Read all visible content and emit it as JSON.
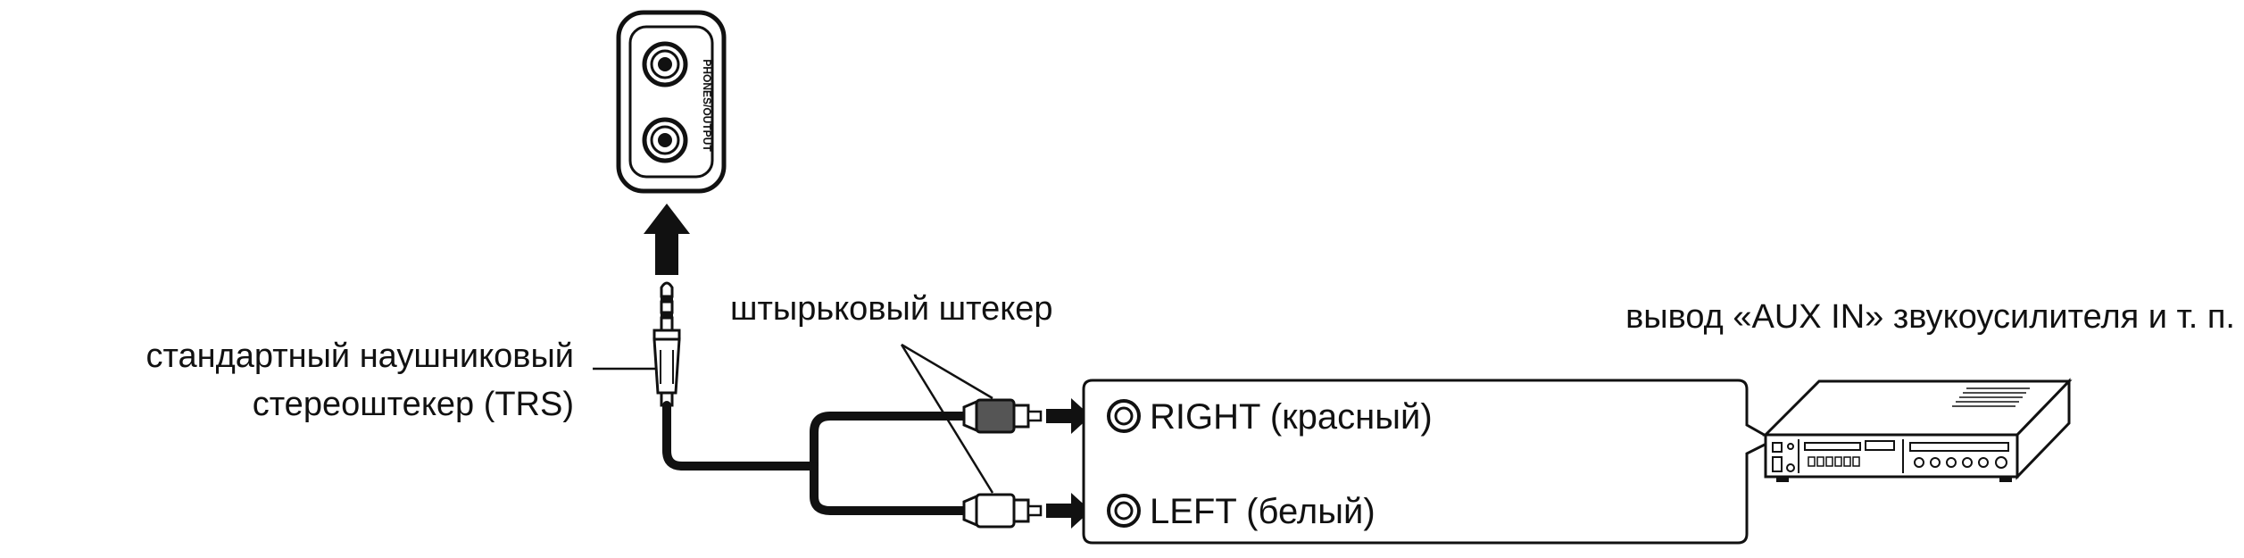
{
  "panel": {
    "jack_label": "PHONES/OUTPUT"
  },
  "labels": {
    "pin_plug": "штырьковый штекер",
    "aux_in": "вывод «AUX IN» звукоусилителя и т. п.",
    "trs_line1": "стандартный наушниковый",
    "trs_line2": "стереоштекер (TRS)",
    "right": "RIGHT (красный)",
    "left": "LEFT (белый)"
  },
  "colors": {
    "ink": "#111111",
    "red_plug": "#555555",
    "white_plug": "#ffffff"
  }
}
